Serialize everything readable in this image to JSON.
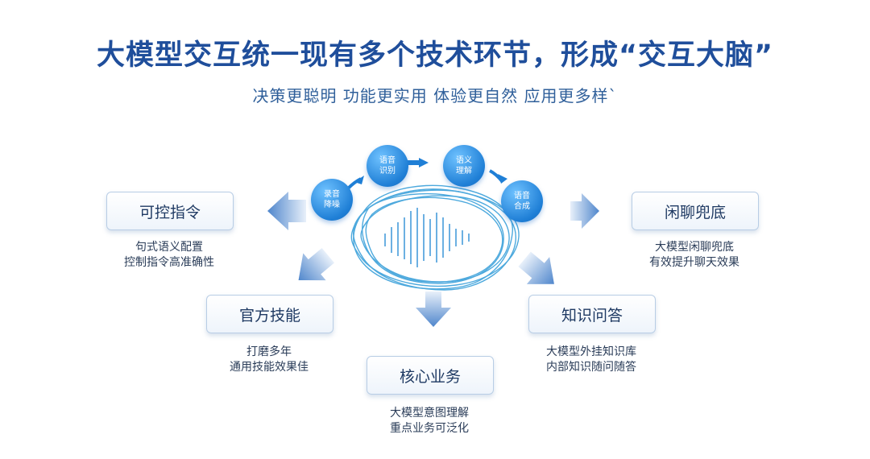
{
  "title": "大模型交互统一现有多个技术环节，形成“交互大脑”",
  "subtitle": "决策更聪明 功能更实用 体验更自然 应用更多样`",
  "pipeline": [
    {
      "line1": "录音",
      "line2": "降噪"
    },
    {
      "line1": "语音",
      "line2": "识别"
    },
    {
      "line1": "语义",
      "line2": "理解"
    },
    {
      "line1": "语音",
      "line2": "合成"
    }
  ],
  "modules": {
    "controllable": {
      "title": "可控指令",
      "desc": [
        "句式语义配置",
        "控制指令高准确性"
      ]
    },
    "official": {
      "title": "官方技能",
      "desc": [
        "打磨多年",
        "通用技能效果佳"
      ]
    },
    "core": {
      "title": "核心业务",
      "desc": [
        "大模型意图理解",
        "重点业务可泛化"
      ]
    },
    "knowledge": {
      "title": "知识问答",
      "desc": [
        "大模型外挂知识库",
        "内部知识随问随答"
      ]
    },
    "chat": {
      "title": "闲聊兜底",
      "desc": [
        "大模型闲聊兜底",
        "有效提升聊天效果"
      ]
    }
  },
  "colors": {
    "title": "#1f4e9b",
    "accent": "#1f7fd6",
    "arrow": "#5b8fd2",
    "wave": "#2f9bd8"
  }
}
